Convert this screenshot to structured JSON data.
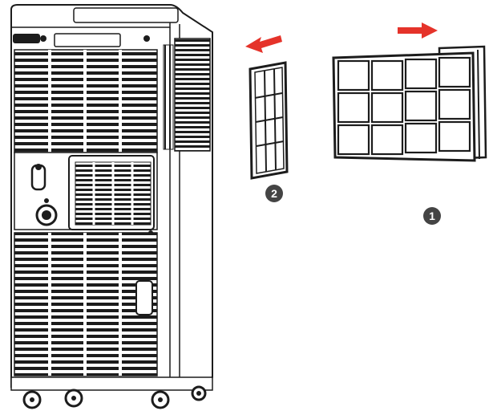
{
  "colors": {
    "outline": "#1c1c1c",
    "arrow": "#e5332a",
    "badge": "#444444",
    "panel_fill": "#ffffff"
  },
  "steps": [
    {
      "number": "1",
      "direction": "right",
      "item": "outer-filter"
    },
    {
      "number": "2",
      "direction": "left",
      "item": "inner-filter"
    }
  ]
}
